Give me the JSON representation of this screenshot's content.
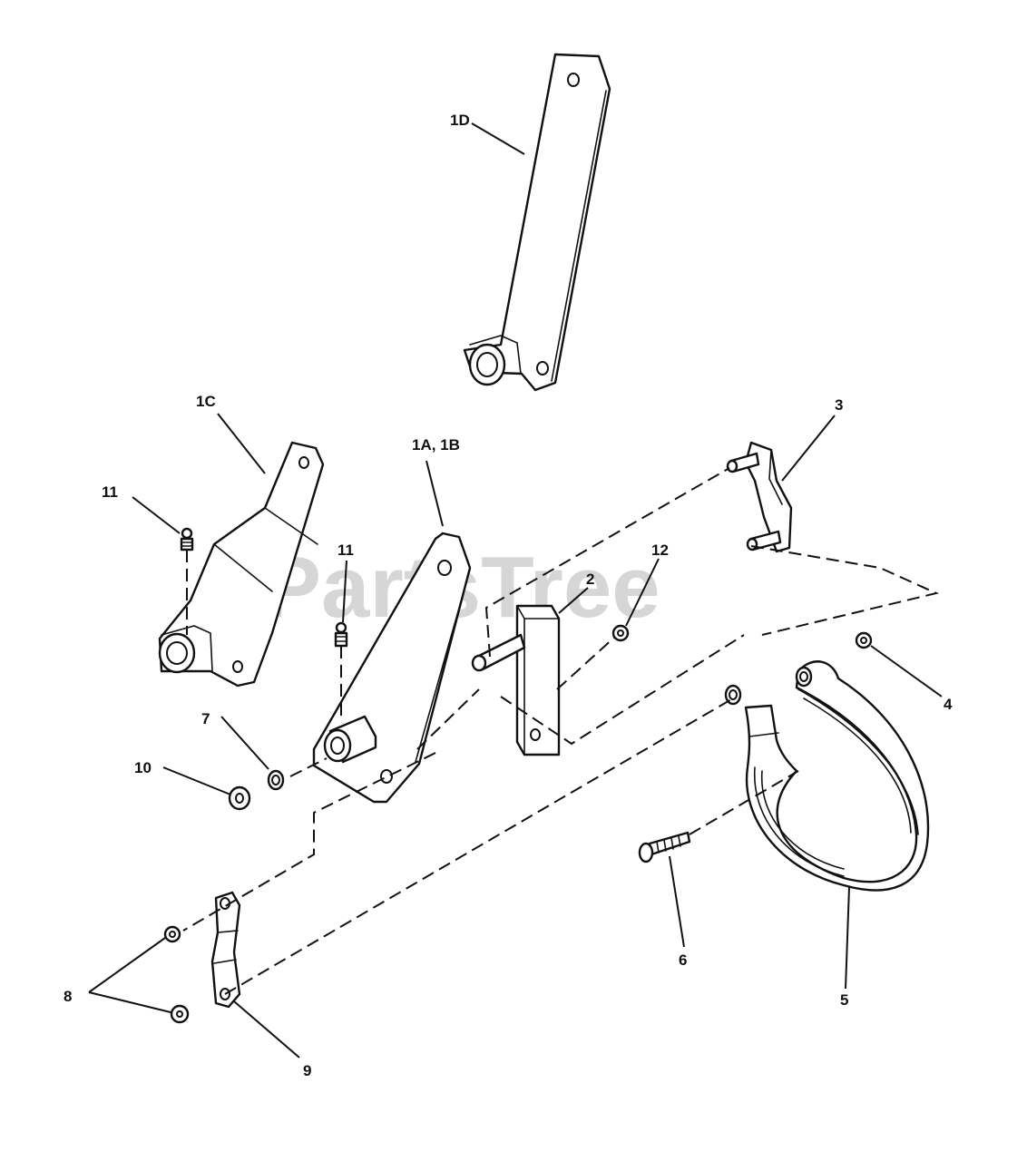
{
  "watermark": "PartsTree",
  "callouts": {
    "c1D": "1D",
    "c1C": "1C",
    "c1A1B": "1A, 1B",
    "c2": "2",
    "c3": "3",
    "c4": "4",
    "c5": "5",
    "c6": "6",
    "c7": "7",
    "c8": "8",
    "c9": "9",
    "c10": "10",
    "c11a": "11",
    "c11b": "11",
    "c12": "12"
  }
}
